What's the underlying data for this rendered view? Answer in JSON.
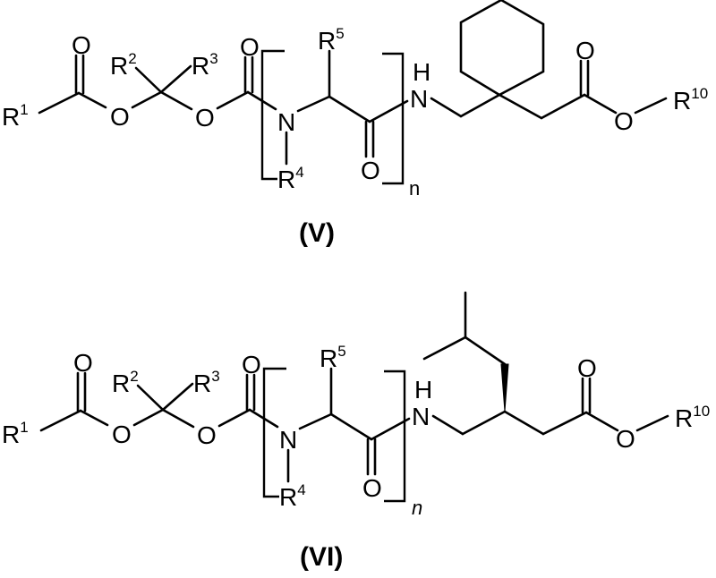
{
  "figure": {
    "type": "chemical-structures",
    "background": "#ffffff",
    "ink": "#000000"
  },
  "structures": [
    {
      "id": "V",
      "caption": "(V)",
      "caption_text": "V",
      "substituents": {
        "r1": {
          "base": "R",
          "sup": "1"
        },
        "r2": {
          "base": "R",
          "sup": "2"
        },
        "r3": {
          "base": "R",
          "sup": "3"
        },
        "r4": {
          "base": "R",
          "sup": "4"
        },
        "r5": {
          "base": "R",
          "sup": "5"
        },
        "r10": {
          "base": "R",
          "sup": "10"
        }
      },
      "atoms": {
        "o_carbonyl_1": "O",
        "o_ester_1": "O",
        "o_ester_2": "O",
        "o_carbonyl_2": "O",
        "n_amide": "N",
        "o_carbonyl_3": "O",
        "nh_n": "N",
        "nh_h": "H",
        "o_carbonyl_4": "O",
        "o_ester_3": "O"
      },
      "repeat_subscript": "n",
      "ring": "cyclohexane"
    },
    {
      "id": "VI",
      "caption": "(VI)",
      "caption_text": "VI",
      "substituents": {
        "r1": {
          "base": "R",
          "sup": "1"
        },
        "r2": {
          "base": "R",
          "sup": "2"
        },
        "r3": {
          "base": "R",
          "sup": "3"
        },
        "r4": {
          "base": "R",
          "sup": "4"
        },
        "r5": {
          "base": "R",
          "sup": "5"
        },
        "r10": {
          "base": "R",
          "sup": "10"
        }
      },
      "atoms": {
        "o_carbonyl_1": "O",
        "o_ester_1": "O",
        "o_ester_2": "O",
        "o_carbonyl_2": "O",
        "n_amide": "N",
        "o_carbonyl_3": "O",
        "nh_n": "N",
        "nh_h": "H",
        "o_carbonyl_4": "O",
        "o_ester_3": "O"
      },
      "repeat_subscript": "n",
      "side_chain": "isobutyl (wedge stereo bond)"
    }
  ]
}
